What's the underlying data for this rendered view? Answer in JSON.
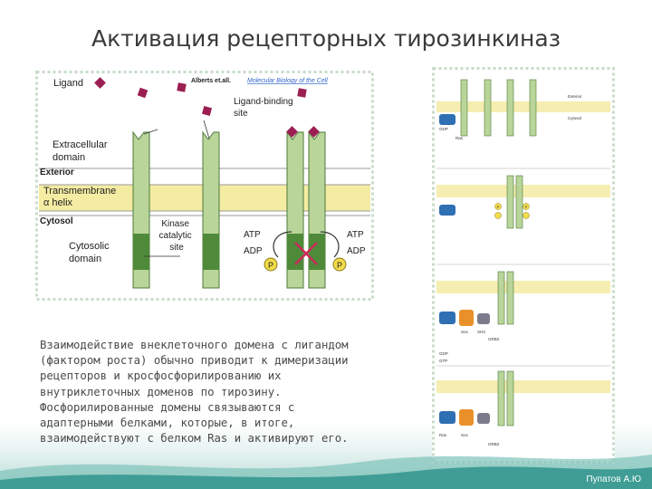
{
  "slide": {
    "title": "Активация рецепторных тирозинкиназ",
    "body": "Взаимодействие внеклеточного домена с лигандом\n(фактором роста) обычно приводит к димеризации\nрецепторов и кросфосфорилированию их\nвнутриклеточных доменов по тирозину.\nФосфорилированные домены связываются с\nадаптерными белками, которые, в итоге,\nвзаимодействуют с белком Ras и активируют его.",
    "author": "Пупатов А.Ю"
  },
  "figure_left": {
    "ligand": "Ligand",
    "credit": "Alberts et.all.",
    "credit_link": "Molecular Biology of the Cell",
    "ligand_binding_site": [
      "Ligand-binding",
      "site"
    ],
    "extracellular_domain": [
      "Extracellular",
      "domain"
    ],
    "exterior": "Exterior",
    "transmembrane": [
      "Transmembrane",
      "α helix"
    ],
    "cytosol": "Cytosol",
    "kinase_site": [
      "Kinase",
      "catalytic",
      "site"
    ],
    "cytosolic_domain": [
      "Cytosolic",
      "domain"
    ],
    "atp": "ATP",
    "adp": "ADP",
    "p": "P"
  },
  "figure_right": {
    "exterior": "Exterior",
    "cytosol": "Cytosol",
    "gdp": "GDP",
    "gtp": "GTP",
    "sos": "Sos",
    "sh3": "SH3",
    "grb2": "GRB2",
    "ras": "Ras",
    "p": "P",
    "colors": {
      "ras_blue": "#2f6fb3",
      "grb2_orange": "#e9902a",
      "membrane": "#f6eeb0"
    }
  }
}
